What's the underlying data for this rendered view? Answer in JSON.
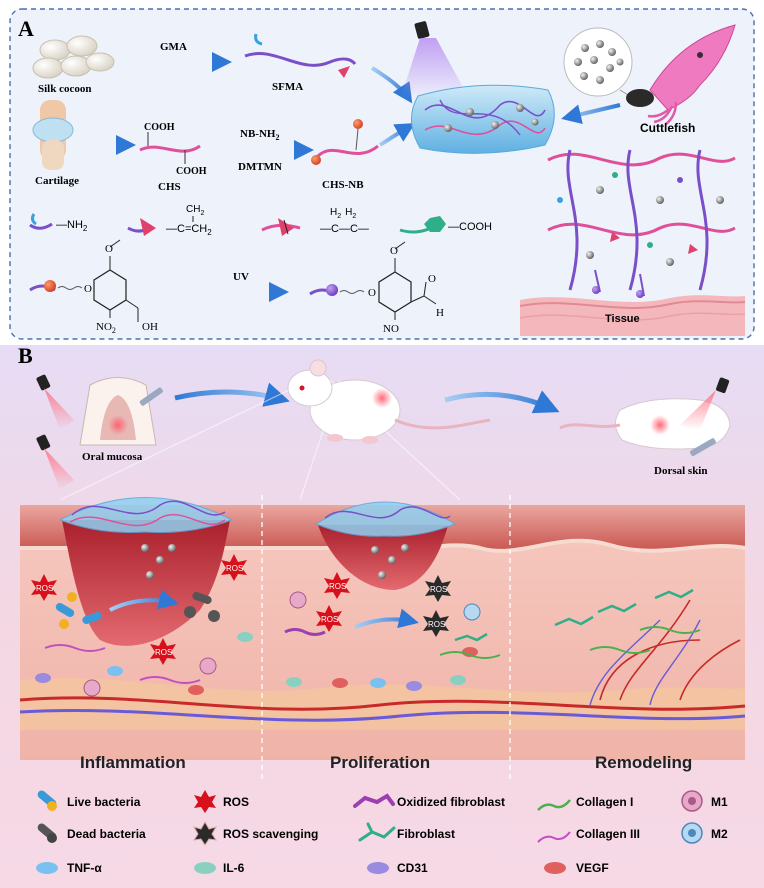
{
  "panelA": {
    "letter": "A",
    "silk": "Silk cocoon",
    "gma": "GMA",
    "sfma": "SFMA",
    "cartilage": "Cartilage",
    "cooh1": "COOH",
    "cooh2": "COOH",
    "chs": "CHS",
    "nbnh2": "NB-NH",
    "nbsub": "2",
    "dmtmn": "DMTMN",
    "chsnb": "CHS-NB",
    "cuttlefish": "Cuttlefish",
    "tissue": "Tissue",
    "uv": "UV",
    "legend": {
      "nh2": "—NH",
      "nh2sub": "2",
      "ch2top": "CH",
      "ch2topsub": "2",
      "ch2eq": "—C=CH",
      "ch2eqsub": "2",
      "h2h2": "H   H",
      "h2sub1": "2",
      "h2sub2": "2",
      "cc": "—C—C—",
      "cooh": "—COOH"
    },
    "chem": {
      "o1": "O",
      "o2": "O",
      "no2": "NO",
      "no2sub": "2",
      "oh": "OH",
      "nos": "NO",
      "h": "H",
      "o3": "O",
      "o4": "O",
      "o5": "O"
    }
  },
  "panelB": {
    "letter": "B",
    "oral": "Oral mucosa",
    "dorsal": "Dorsal skin",
    "ros_tag": "ROS",
    "stages": [
      "Inflammation",
      "Proliferation",
      "Remodeling"
    ]
  },
  "legend": [
    {
      "label": "Live bacteria",
      "icon": "live-bacteria"
    },
    {
      "label": "ROS",
      "icon": "ros-burst"
    },
    {
      "label": "Oxidized fibroblast",
      "icon": "oxidized-fibroblast"
    },
    {
      "label": "Collagen I",
      "icon": "collagen-i"
    },
    {
      "label": "M1",
      "icon": "m1-cell"
    },
    {
      "label": "Dead bacteria",
      "icon": "dead-bacteria"
    },
    {
      "label": "ROS scavenging",
      "icon": "ros-scavenging"
    },
    {
      "label": "Fibroblast",
      "icon": "fibroblast"
    },
    {
      "label": "Collagen III",
      "icon": "collagen-iii"
    },
    {
      "label": "M2",
      "icon": "m2-cell"
    },
    {
      "label": "TNF-α",
      "icon": "tnf-alpha"
    },
    {
      "label": "IL-6",
      "icon": "il-6"
    },
    {
      "label": "CD31",
      "icon": "cd31"
    },
    {
      "label": "VEGF",
      "icon": "vegf"
    }
  ],
  "colors": {
    "arrow": "#4a90e2",
    "pink": "#e0509a",
    "purple": "#7a4fc8",
    "ros": "#d8101c",
    "skin": "#c85a5a",
    "hydrogel": "#7fc4ea"
  }
}
